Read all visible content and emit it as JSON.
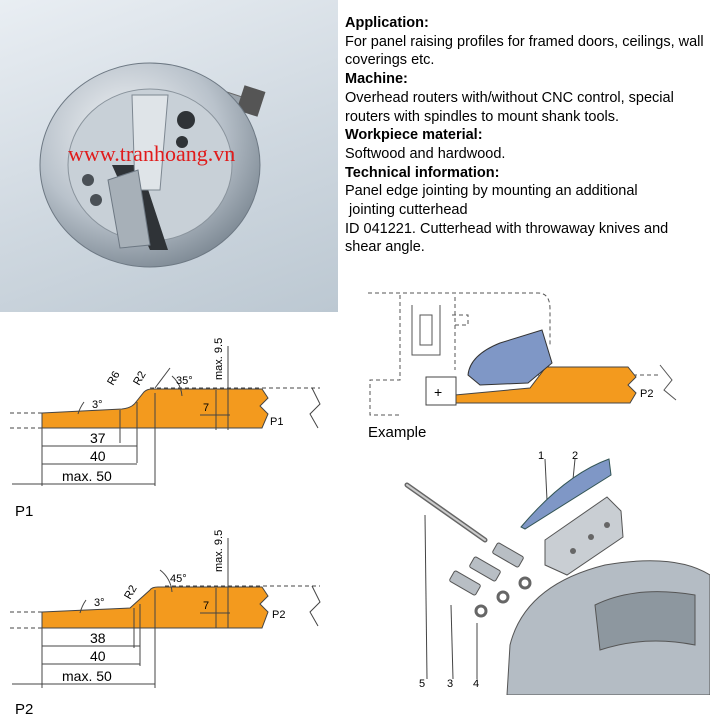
{
  "watermark": "www.tranhoang.vn",
  "info": {
    "application_heading": "Application:",
    "application_text": "For panel raising profiles for framed doors, ceilings, wall coverings etc.",
    "machine_heading": "Machine:",
    "machine_text": "Overhead routers with/without CNC control, special routers with spindles to mount shank tools.",
    "workpiece_heading": "Workpiece material:",
    "workpiece_text": "Softwood and hardwood.",
    "technical_heading": "Technical information:",
    "technical_text_1": "Panel edge jointing by mounting an additional",
    "technical_text_2": " jointing cutterhead",
    "technical_text_3": "ID 041221. Cutterhead with throwaway knives and shear angle."
  },
  "profile_p1": {
    "label": "P1",
    "tag": "P1",
    "r6": "R6",
    "r2": "R2",
    "angle": "35°",
    "taper": "3°",
    "max_depth": "max. 9.5",
    "thickness": "7",
    "dim_a": "37",
    "dim_b": "40",
    "dim_c": "max. 50"
  },
  "profile_p2": {
    "label": "P2",
    "tag": "P2",
    "r2": "R2",
    "angle": "45°",
    "taper": "3°",
    "max_depth": "max. 9.5",
    "thickness": "7",
    "dim_a": "38",
    "dim_b": "40",
    "dim_c": "max. 50"
  },
  "example": {
    "label": "Example",
    "tag": "P2"
  },
  "exploded_view": {
    "part_numbers": [
      "1",
      "2",
      "3",
      "4",
      "5"
    ]
  },
  "colors": {
    "wood": "#f39a1e",
    "knife": "#7f97c6",
    "watermark": "#e01b1b"
  }
}
